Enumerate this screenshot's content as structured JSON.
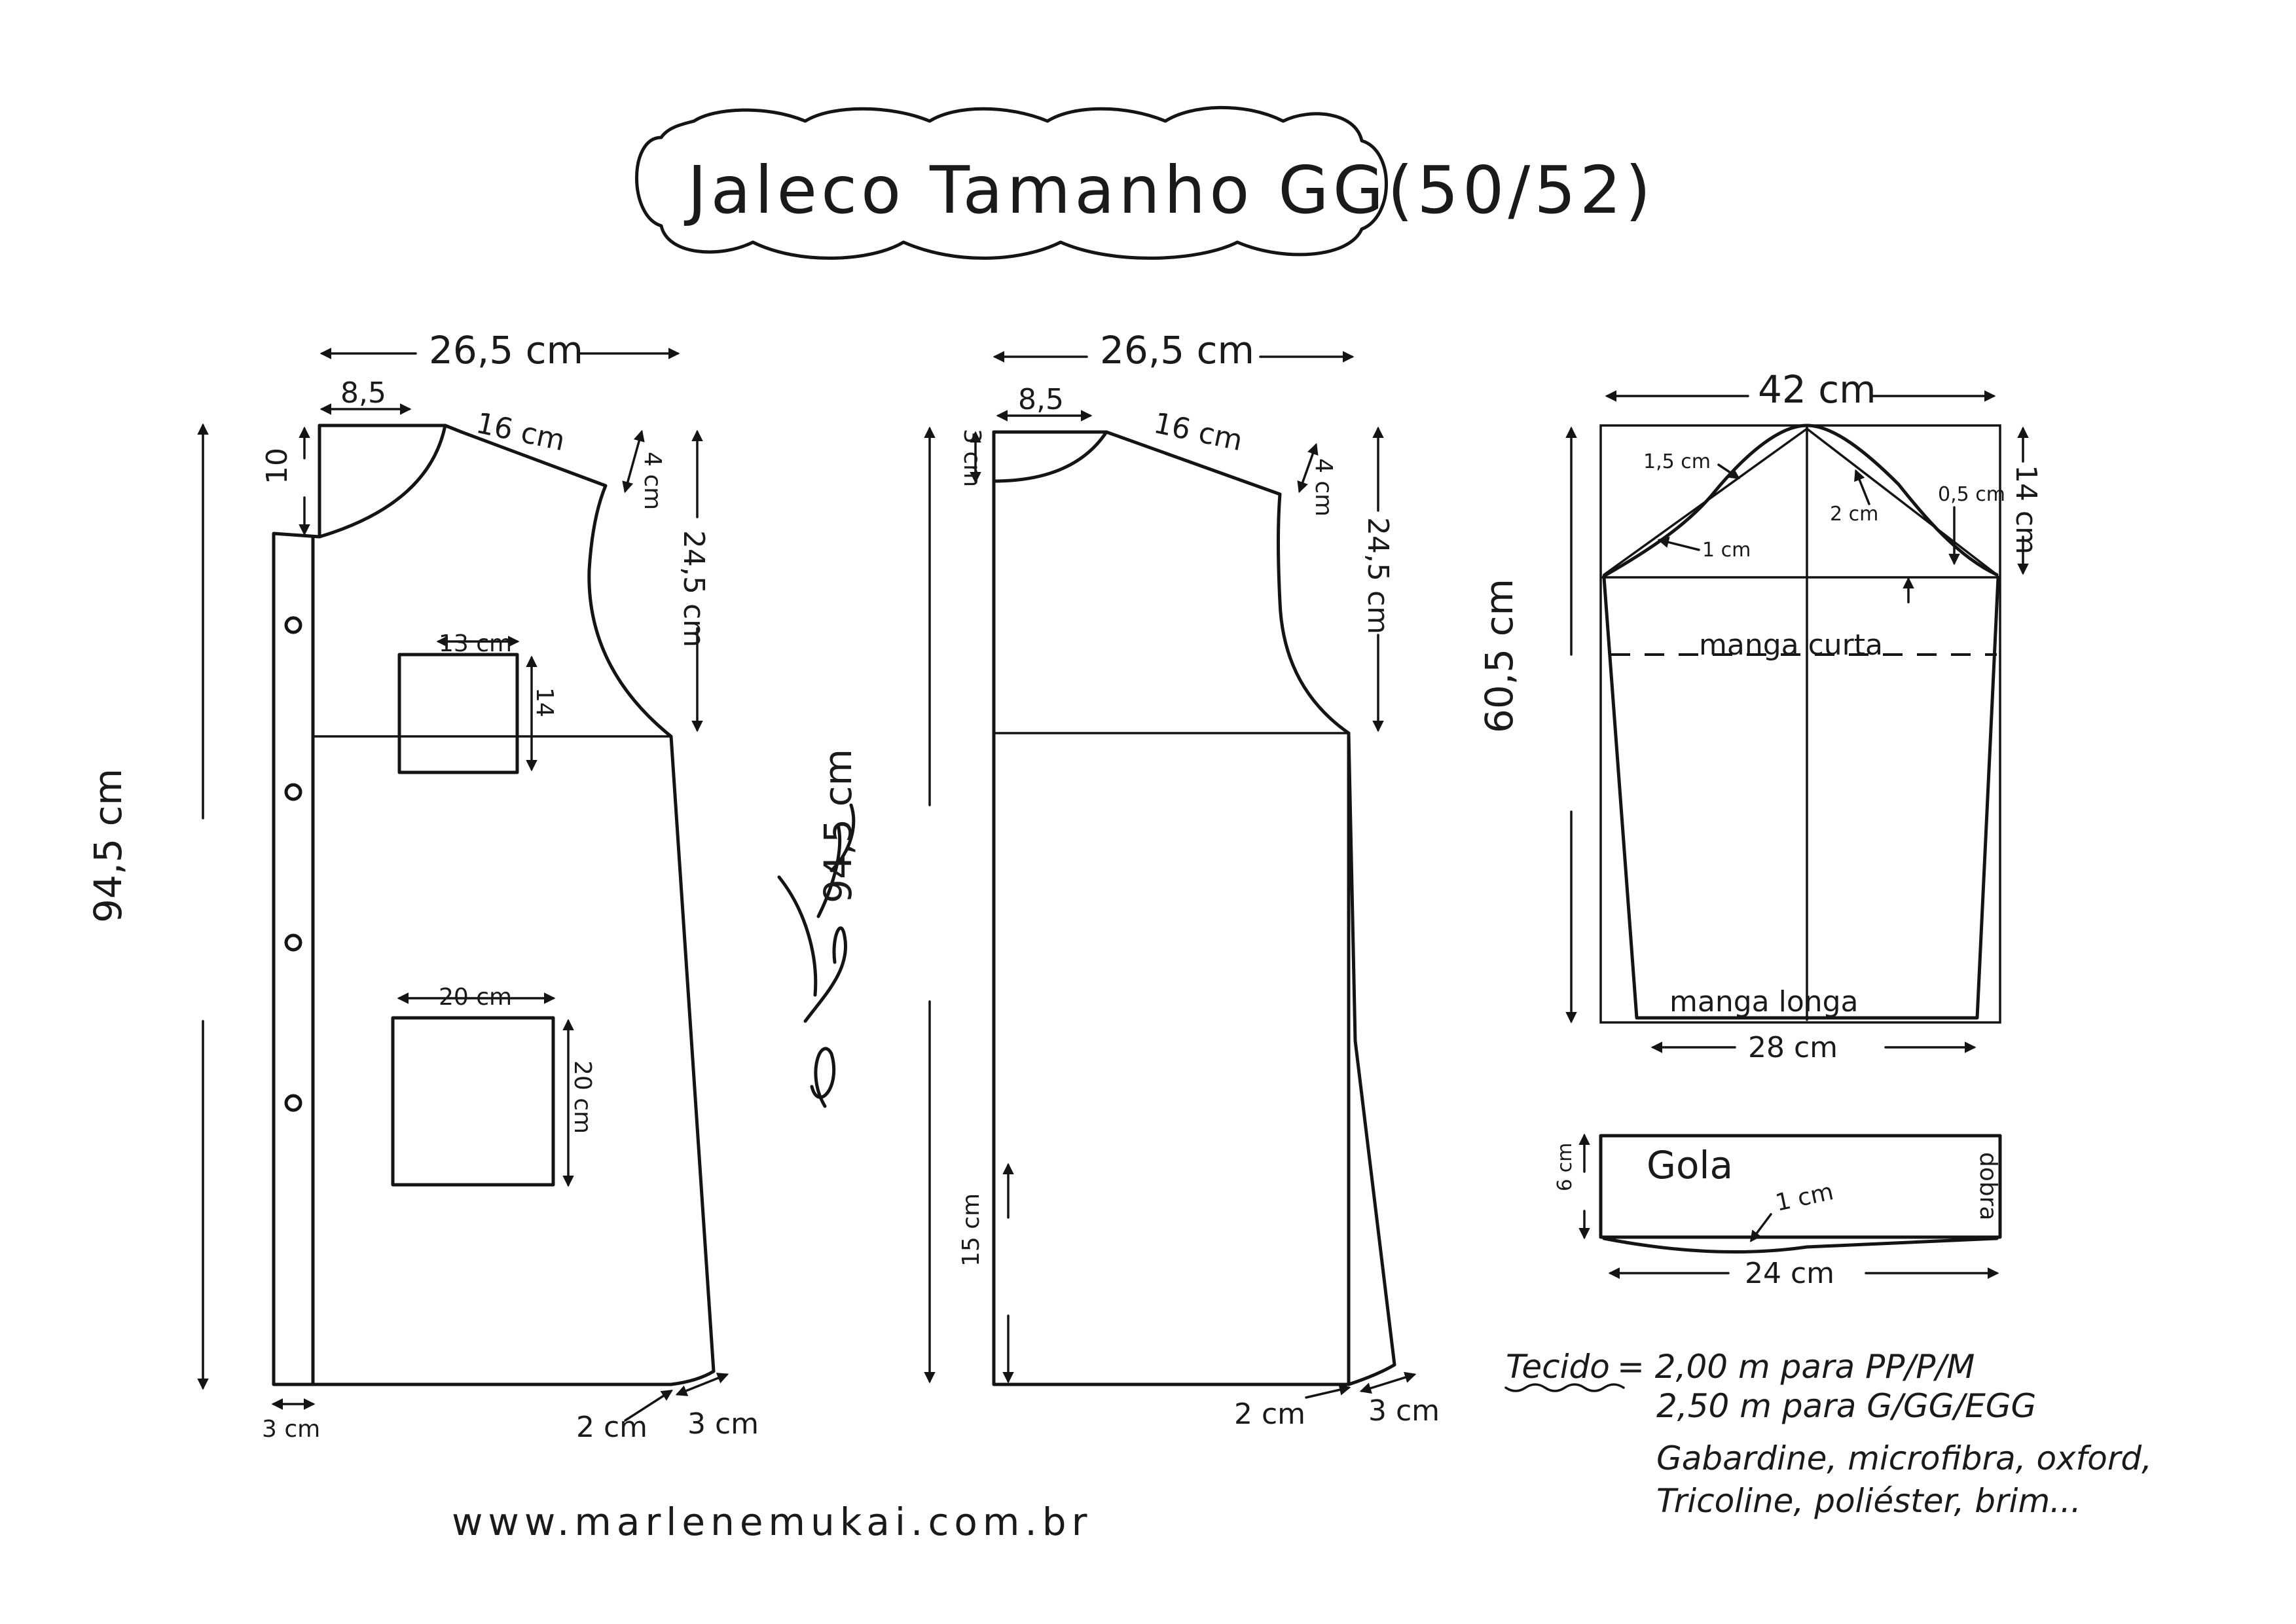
{
  "title": "Jaleco Tamanho GG(50/52)",
  "signature": "Marlene Mukai",
  "website": "www.marlenemukai.com.br",
  "front_piece": {
    "width": "26,5 cm",
    "neck_width": "8,5",
    "shoulder": "16 cm",
    "shoulder_drop": "4 cm",
    "armhole_depth": "24,5 cm",
    "neck_depth": "10",
    "length": "94,5 cm",
    "top_pocket_width": "13 cm",
    "top_pocket_height": "14",
    "bottom_pocket_width": "20 cm",
    "bottom_pocket_height": "20 cm",
    "placket": "3 cm",
    "hem_curve": "2 cm",
    "side_flare": "3 cm"
  },
  "back_piece": {
    "width": "26,5 cm",
    "neck_width": "8,5",
    "shoulder": "16 cm",
    "neck_depth": "3 cm",
    "shoulder_drop": "4 cm",
    "armhole_depth": "24,5 cm",
    "length": "94,5 cm",
    "vent": "15 cm",
    "hem_curve": "2 cm",
    "side_flare": "3 cm"
  },
  "sleeve": {
    "width": "42 cm",
    "cap_height": "14 cm",
    "length": "60,5 cm",
    "bottom_width": "28 cm",
    "cap_offset_front": "1,5 cm",
    "cap_offset_back": "0,5 cm",
    "cap_offset_mid": "2 cm",
    "cap_offset_low": "1 cm",
    "short_label": "manga curta",
    "long_label": "manga longa"
  },
  "collar": {
    "label": "Gola",
    "height": "6 cm",
    "curve": "1 cm",
    "width": "24 cm",
    "fold": "dobra"
  },
  "fabric": {
    "label": "Tecido",
    "line1": "= 2,00 m para PP/P/M",
    "line2": "2,50 m para G/GG/EGG",
    "line3": "Gabardine, microfibra, oxford,",
    "line4": "Tricoline, poliéster, brim..."
  },
  "colors": {
    "ink": "#141414",
    "paper": "#ffffff"
  }
}
